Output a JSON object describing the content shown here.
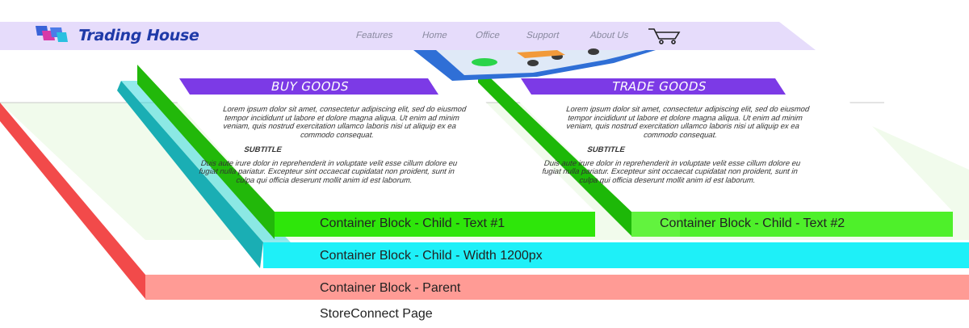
{
  "header": {
    "brand": "Trading House",
    "nav": [
      "Features",
      "Home",
      "Office",
      "Support",
      "About Us"
    ]
  },
  "cards": [
    {
      "title": "BUY GOODS",
      "para1": "Lorem ipsum dolor sit amet, consectetur adipiscing elit, sed do eiusmod tempor incididunt ut labore et dolore magna aliqua. Ut enim ad minim veniam, quis nostrud exercitation ullamco laboris nisi ut aliquip ex ea commodo consequat.",
      "subtitle": "SUBTITLE",
      "para2": "Duis aute irure dolor in reprehenderit in voluptate velit esse cillum dolore eu fugiat nulla pariatur. Excepteur sint occaecat cupidatat non proident, sunt in culpa qui officia deserunt mollit anim id est laborum.",
      "label": "Container Block - Child - Text #1"
    },
    {
      "title": "TRADE GOODS",
      "para1": "Lorem ipsum dolor sit amet, consectetur adipiscing elit, sed do eiusmod tempor incididunt ut labore et dolore magna aliqua. Ut enim ad minim veniam, quis nostrud exercitation ullamco laboris nisi ut aliquip ex ea commodo consequat.",
      "subtitle": "SUBTITLE",
      "para2": "Duis aute irure dolor in reprehenderit in voluptate velit esse cillum dolore eu fugiat nulla pariatur. Excepteur sint occaecat cupidatat non proident, sunt in culpa qui officia deserunt mollit anim id est laborum.",
      "label": "Container Block - Child - Text #2"
    }
  ],
  "layers": {
    "child_width": "Container Block - Child - Width 1200px",
    "parent": "Container Block - Parent",
    "page": "StoreConnect Page"
  },
  "colors": {
    "navbar": "#e6dcfb",
    "brand": "#1f3aa8",
    "title_bar": "#7c3ae6",
    "green_block": "#2ee60a",
    "green_side": "#22b80a",
    "cyan_block": "#1ef0f8",
    "cyan_side": "#1aaeb4",
    "parent_block": "#ff9b95",
    "parent_side": "#f24a4a",
    "background_plane": "#f1fbec"
  }
}
